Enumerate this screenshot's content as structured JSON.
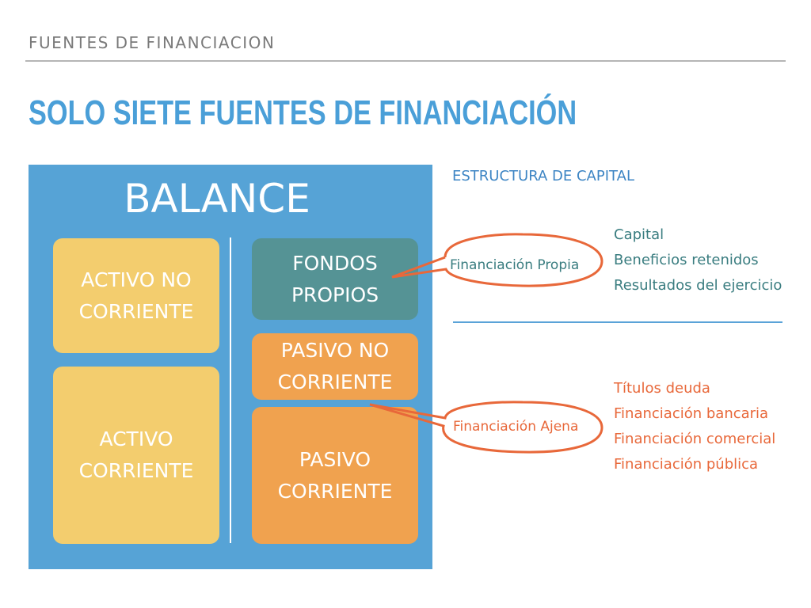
{
  "header": {
    "section": "FUENTES DE FINANCIACION",
    "title": "SOLO SIETE FUENTES DE FINANCIACIÓN"
  },
  "balance": {
    "title": "BALANCE",
    "activo_no_corriente": "ACTIVO NO CORRIENTE",
    "activo_corriente": "ACTIVO CORRIENTE",
    "fondos_propios": "FONDOS PROPIOS",
    "pasivo_no_corriente": "PASIVO NO CORRIENTE",
    "pasivo_corriente": "PASIVO CORRIENTE"
  },
  "estructura": "ESTRUCTURA DE CAPITAL",
  "callouts": {
    "propia": "Financiación Propia",
    "ajena": "Financiación Ajena"
  },
  "propia_items": [
    "Capital",
    "Beneficios retenidos",
    "Resultados del ejercicio"
  ],
  "ajena_items": [
    "Títulos deuda",
    "Financiación bancaria",
    "Financiación comercial",
    "Financiación pública"
  ],
  "colors": {
    "blue": "#56a3d6",
    "yellow": "#f3cd6e",
    "teal": "#559395",
    "orange": "#f0a24f",
    "accent": "#e8683a"
  }
}
